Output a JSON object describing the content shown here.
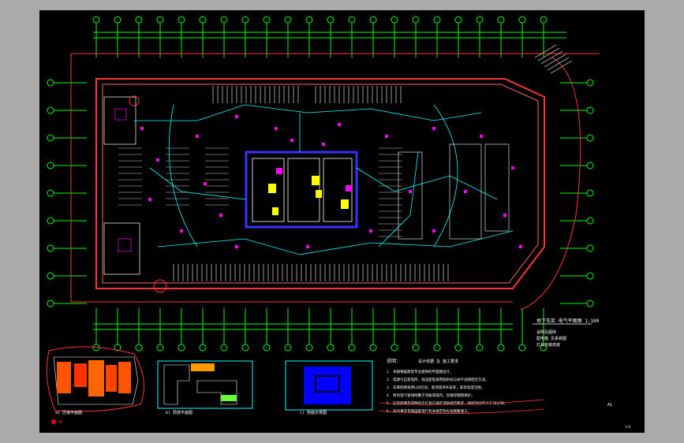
{
  "drawing": {
    "title_block_line": "地下车库 电气平面图  1:100",
    "scale_note": "1:100",
    "legend_lines": [
      "说明及图例",
      "配电箱 见系统图",
      "灯具安装高度"
    ],
    "inset_left_label": "a) 区域平面图",
    "inset_mid_label": "b) 局部平面图",
    "inset_right_label": "c) 剖面示意图",
    "notes_title": "说明：",
    "notes_subtitle": "设计依据 及 施工要求",
    "notes": [
      "1. 本图根据建筑专业提供的平面图设计。",
      "2. 电源引自变电所，低压配电采用放射式与树干式相结合方式。",
      "3. 车库照明采用LED灯具，吸顶或吊杆安装，安装高度见图。",
      "4. 所有电气管线暗敷于顶板或墙内，穿镀锌钢管保护。",
      "5. 应急照明及疏散指示灯具应满足消防规范要求，持续时间不小于30分钟。",
      "6. 未尽事宜参照国家现行有关规范及标准图集施工。"
    ],
    "stamp_text": "PE",
    "corner_text": "A1",
    "page_num": "1/4"
  },
  "colors": {
    "background": "#000000",
    "frame": "#aaaaaa",
    "grid": "#00ff00",
    "wall": "#ff3333",
    "accent": "#ff00ff",
    "blue": "#3333ff",
    "cyan": "#00ffff",
    "yellow": "#ffff00",
    "orange": "#ff6600"
  }
}
